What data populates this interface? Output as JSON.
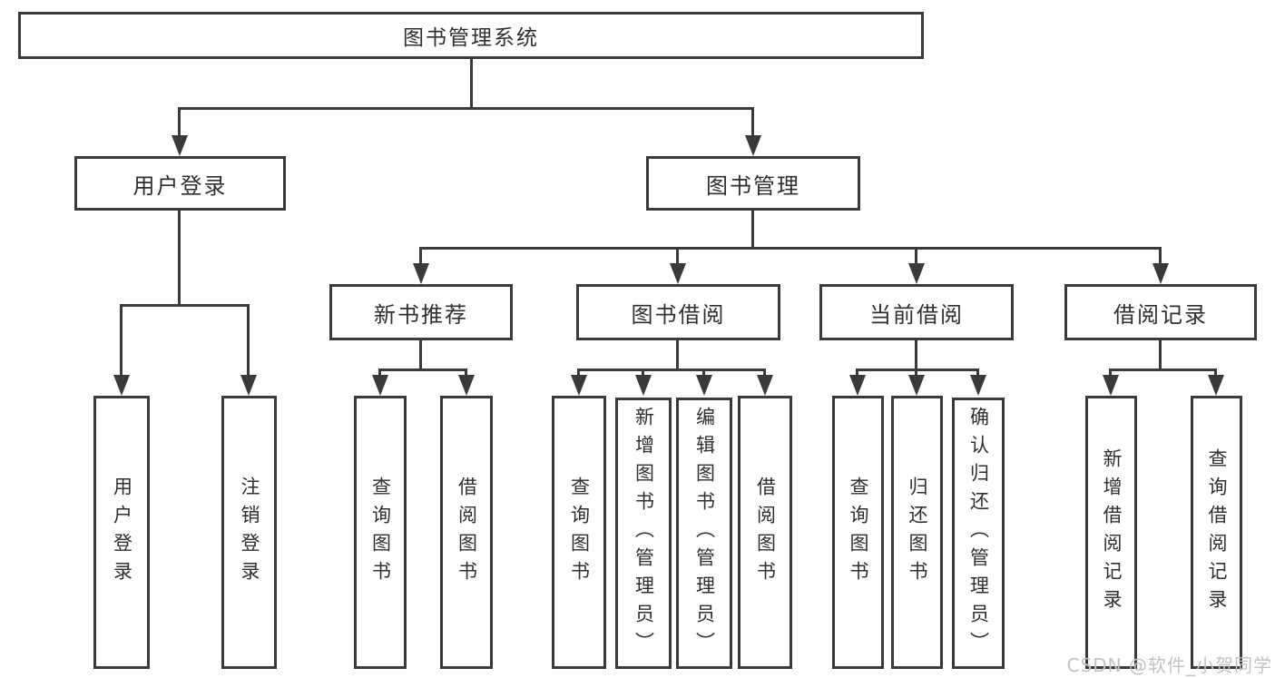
{
  "tree": {
    "label": "图书管理系统",
    "children": [
      {
        "label": "用户登录",
        "children": [
          {
            "label": "用户登录"
          },
          {
            "label": "注销登录"
          }
        ]
      },
      {
        "label": "图书管理",
        "children": [
          {
            "label": "新书推荐",
            "children": [
              {
                "label": "查询图书"
              },
              {
                "label": "借阅图书"
              }
            ]
          },
          {
            "label": "图书借阅",
            "children": [
              {
                "label": "查询图书"
              },
              {
                "label": "新增图书（管理员）"
              },
              {
                "label": "编辑图书（管理员）"
              },
              {
                "label": "借阅图书"
              }
            ]
          },
          {
            "label": "当前借阅",
            "children": [
              {
                "label": "查询图书"
              },
              {
                "label": "归还图书"
              },
              {
                "label": "确认归还（管理员）"
              }
            ]
          },
          {
            "label": "借阅记录",
            "children": [
              {
                "label": "新增借阅记录"
              },
              {
                "label": "查询借阅记录"
              }
            ]
          }
        ]
      }
    ]
  },
  "watermark": {
    "text": "CSDN @软件_小贺同学"
  },
  "colors": {
    "line": "#3a3a3a",
    "text": "#2f2f2f",
    "background": "#ffffff",
    "watermark": "#c2c2c2"
  }
}
